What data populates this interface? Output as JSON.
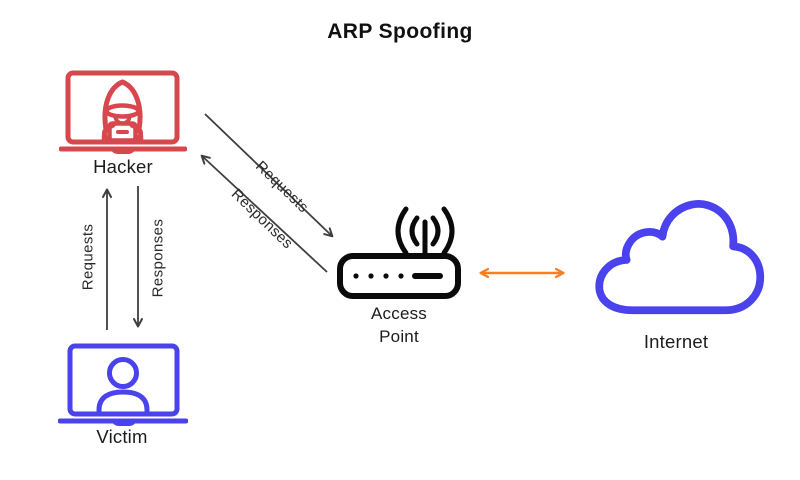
{
  "title": "ARP Spoofing",
  "nodes": {
    "hacker": {
      "label": "Hacker",
      "color": "#d8474e"
    },
    "victim": {
      "label": "Victim",
      "color": "#4a42ec"
    },
    "access_point": {
      "label": "Access Point",
      "color": "#0a0a0a"
    },
    "internet": {
      "label": "Internet",
      "color": "#4a42ec"
    }
  },
  "edges": {
    "victim_to_hacker": {
      "label": "Requests",
      "direction": "up",
      "color": "#3f3f3f"
    },
    "hacker_to_victim": {
      "label": "Responses",
      "direction": "down",
      "color": "#3f3f3f"
    },
    "hacker_to_ap": {
      "label": "Requests",
      "direction": "down-right",
      "color": "#3f3f3f"
    },
    "ap_to_hacker": {
      "label": "Responses",
      "direction": "up-left",
      "color": "#3f3f3f"
    },
    "ap_internet": {
      "label": "",
      "direction": "both",
      "color": "#f97e20"
    }
  }
}
